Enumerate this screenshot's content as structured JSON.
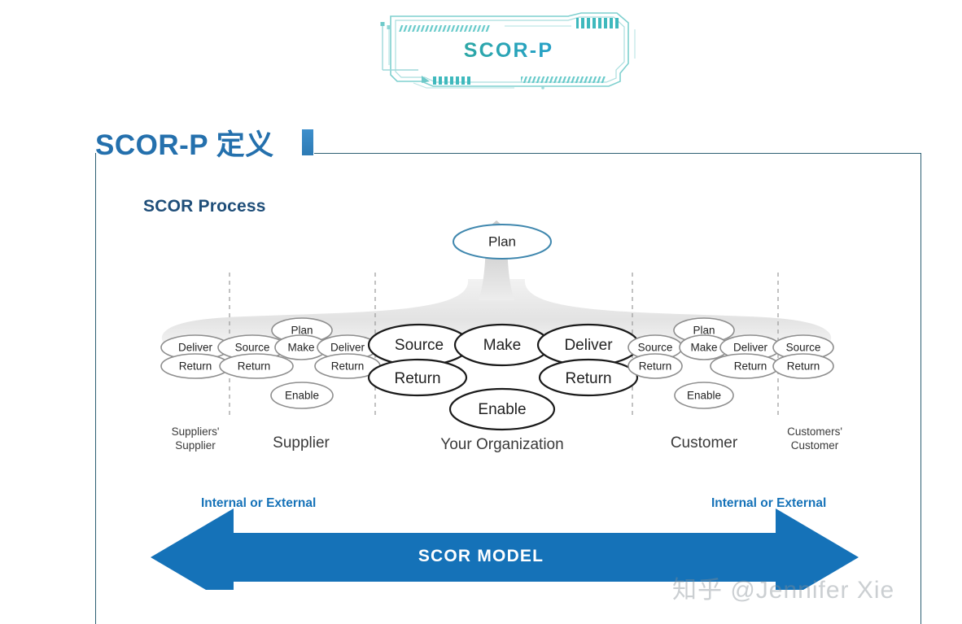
{
  "banner": {
    "title": "SCOR-P"
  },
  "heading": {
    "title": "SCOR-P 定义"
  },
  "diagram": {
    "heading": "SCOR Process",
    "plan_top": "Plan",
    "segments": [
      {
        "key": "suppliers-supplier",
        "label_line1": "Suppliers'",
        "label_line2": "Supplier"
      },
      {
        "key": "supplier",
        "label_line1": "Supplier",
        "label_line2": ""
      },
      {
        "key": "your-organization",
        "label_line1": "Your Organization",
        "label_line2": ""
      },
      {
        "key": "customer",
        "label_line1": "Customer",
        "label_line2": ""
      },
      {
        "key": "customers-customer",
        "label_line1": "Customers'",
        "label_line2": "Customer"
      }
    ],
    "nodes": {
      "ss_deliver": "Deliver",
      "ss_return": "Return",
      "sup_plan": "Plan",
      "sup_source": "Source",
      "sup_make": "Make",
      "sup_deliver": "Deliver",
      "sup_return_left": "Return",
      "sup_return_right": "Return",
      "sup_enable": "Enable",
      "org_source": "Source",
      "org_make": "Make",
      "org_deliver": "Deliver",
      "org_return_left": "Return",
      "org_return_right": "Return",
      "org_enable": "Enable",
      "cus_plan": "Plan",
      "cus_source": "Source",
      "cus_make": "Make",
      "cus_deliver": "Deliver",
      "cus_return_left": "Return",
      "cus_return_right": "Return",
      "cus_enable": "Enable",
      "cc_source": "Source",
      "cc_return": "Return"
    }
  },
  "arrow": {
    "center_label": "SCOR MODEL",
    "left_label": "Internal or External",
    "right_label": "Internal or External",
    "color": "#1572b8"
  },
  "watermark": {
    "text": "知乎 @Jennifer Xie"
  },
  "colors": {
    "title_blue": "#2470ad",
    "heading_navy": "#1f4e79",
    "rule": "#2d5f72",
    "arrow_blue": "#1572b8",
    "plan_blue": "#2f7fa8"
  }
}
